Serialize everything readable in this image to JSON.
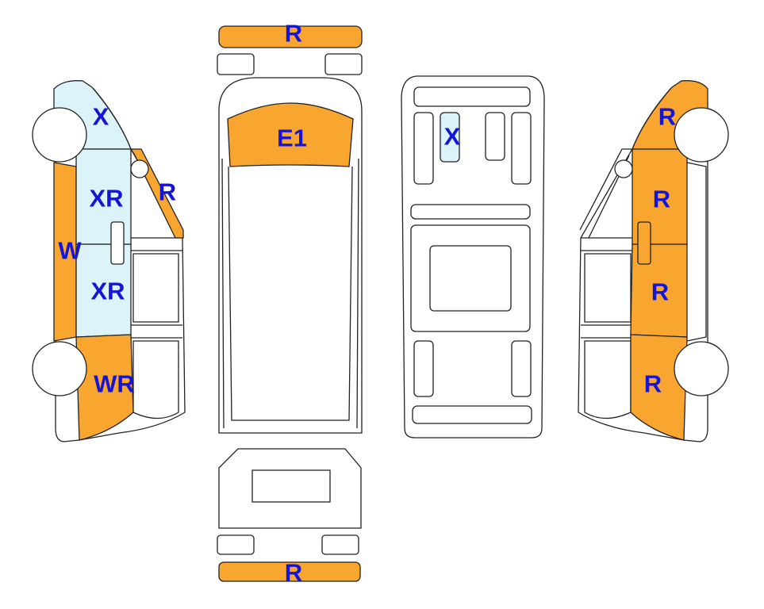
{
  "colors": {
    "R": "#F9A630",
    "W": "#F9A630",
    "WR": "#F9A630",
    "E1": "#F9A630",
    "X": "#DDF3FA",
    "XR": "#DDF3FA",
    "label": "#1515D8",
    "outline": "#222222"
  },
  "views": {
    "front": {
      "bumper": "R",
      "hood": "E1"
    },
    "rear": {
      "bumper": "R"
    },
    "roof": {
      "panel": "X"
    },
    "left": {
      "fender": "X",
      "pillar": "R",
      "front_door": "XR",
      "sill": "W",
      "rear_door": "XR",
      "quarter": "WR"
    },
    "right": {
      "fender": "R",
      "front_door": "R",
      "rear_door": "R",
      "quarter": "R"
    }
  }
}
